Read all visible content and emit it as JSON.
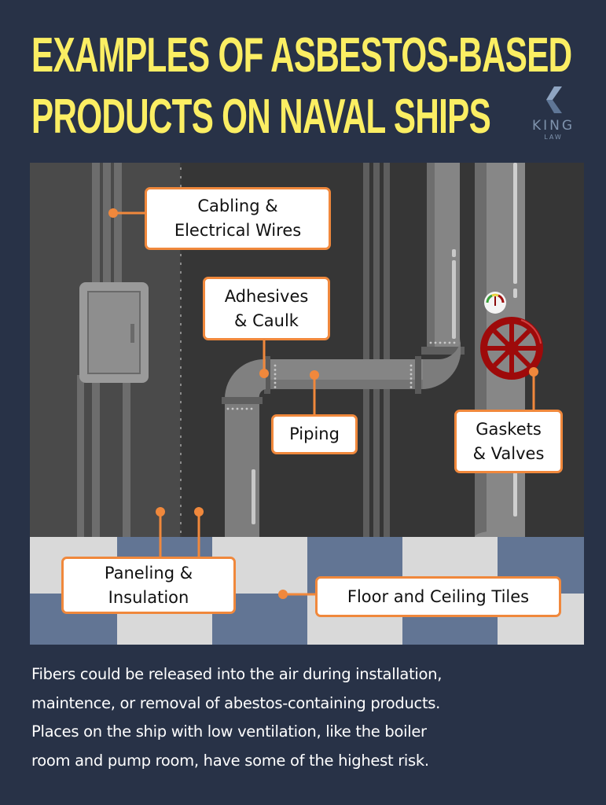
{
  "title": {
    "line1": "EXAMPLES OF ASBESTOS-BASED",
    "line2": "PRODUCTS ON NAVAL SHIPS"
  },
  "logo": {
    "icon": "chevron-left-icon",
    "brand": "KING",
    "sub": "LAW"
  },
  "illustration": {
    "labels": {
      "cabling": [
        "Cabling &",
        "Electrical Wires"
      ],
      "adhesives": [
        "Adhesives",
        "& Caulk"
      ],
      "piping": [
        "Piping"
      ],
      "gaskets": [
        "Gaskets",
        "& Valves"
      ],
      "paneling": [
        "Paneling &",
        "Insulation"
      ],
      "tiles": [
        "Floor and Ceiling Tiles"
      ]
    },
    "colors": {
      "accent": "#f0883c",
      "title": "#fbee63",
      "background": "#283247",
      "tile_blue": "#627594",
      "tile_light": "#d9d9d9",
      "valve_red": "#a20c0c"
    }
  },
  "footer": {
    "lines": [
      "Fibers could be released into the air during installation,",
      "maintence, or removal of abestos-containing products.",
      "Places on the ship with low ventilation, like the boiler",
      "room and pump room, have some of the highest risk."
    ]
  }
}
